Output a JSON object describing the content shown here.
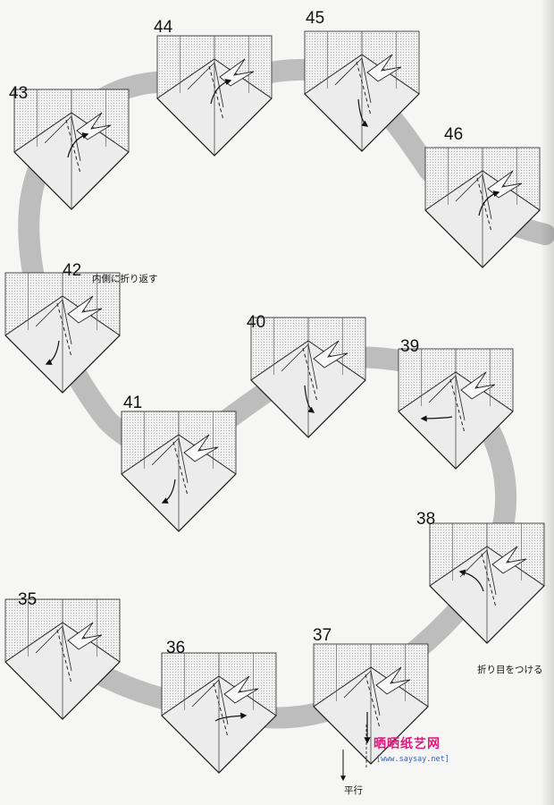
{
  "steps": [
    {
      "number": "43",
      "arrow": "up-right"
    },
    {
      "number": "44",
      "arrow": "up-right"
    },
    {
      "number": "45",
      "arrow": "down-right"
    },
    {
      "number": "46",
      "arrow": "up-right"
    },
    {
      "number": "42",
      "arrow": "down-left"
    },
    {
      "number": "40",
      "arrow": "down-right"
    },
    {
      "number": "39",
      "arrow": "left"
    },
    {
      "number": "41",
      "arrow": "down-left"
    },
    {
      "number": "38",
      "arrow": "up-left"
    },
    {
      "number": "35",
      "arrow": "none"
    },
    {
      "number": "36",
      "arrow": "right"
    },
    {
      "number": "37",
      "arrow": "down"
    }
  ],
  "annotations": {
    "inside_reverse_fold": "内側に折り返す",
    "make_crease": "折り目をつける",
    "parallel": "平行"
  },
  "watermark": {
    "brand": "晒晒纸艺网",
    "url": "[www.saysay.net]",
    "color": "#e3167a"
  },
  "colors": {
    "paper": "#f6f6f4",
    "path_band": "#bdbdbd",
    "model_fill": "#ececec",
    "line": "#222222"
  }
}
